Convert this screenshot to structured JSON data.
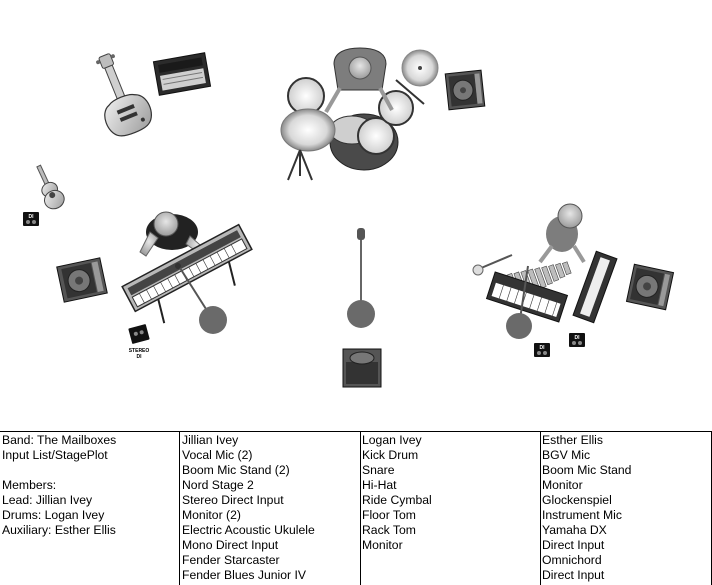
{
  "stage_labels": {
    "di": "DI",
    "stereo_di_line1": "STEREO",
    "stereo_di_line2": "DI"
  },
  "columns": [
    {
      "name": "band-info",
      "lines": [
        "Band: The Mailboxes",
        "Input List/StagePlot",
        "",
        "Members:",
        "Lead: Jillian Ivey",
        "Drums: Logan Ivey",
        "Auxiliary: Esther Ellis"
      ]
    },
    {
      "name": "jillian-ivey",
      "lines": [
        "Jillian Ivey",
        "Vocal Mic (2)",
        "Boom Mic Stand (2)",
        "Nord Stage 2",
        "Stereo Direct Input",
        "Monitor (2)",
        "Electric Acoustic Ukulele",
        "Mono Direct Input",
        "Fender Starcaster",
        "Fender Blues Junior IV"
      ]
    },
    {
      "name": "logan-ivey",
      "lines": [
        "Logan Ivey",
        "Kick Drum",
        "Snare",
        "Hi-Hat",
        "Ride Cymbal",
        "Floor Tom",
        "Rack Tom",
        "Monitor"
      ]
    },
    {
      "name": "esther-ellis",
      "lines": [
        "Esther Ellis",
        "BGV Mic",
        "Boom Mic Stand",
        "Monitor",
        "Glockenspiel",
        "Instrument Mic",
        "Yamaha DX",
        "Direct Input",
        "Omnichord",
        "Direct Input"
      ]
    }
  ]
}
